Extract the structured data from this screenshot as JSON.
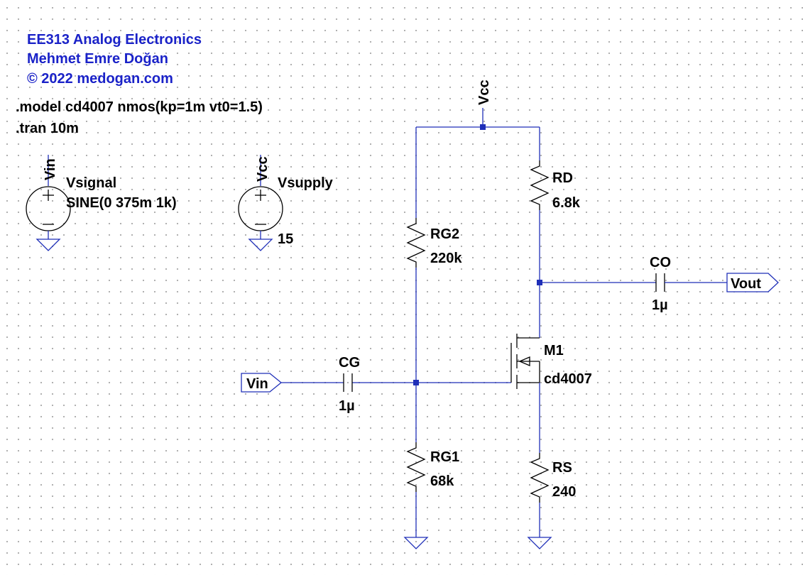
{
  "header": {
    "line1": "EE313 Analog Electronics",
    "line2": "Mehmet Emre Doğan",
    "line3": "© 2022 medogan.com"
  },
  "directives": {
    "model": ".model cd4007 nmos(kp=1m vt0=1.5)",
    "tran": ".tran 10m"
  },
  "sources": {
    "vsignal": {
      "name": "Vsignal",
      "value": "SINE(0 375m 1k)",
      "net": "Vin"
    },
    "vsupply": {
      "name": "Vsupply",
      "value": "15",
      "net": "Vcc"
    }
  },
  "components": {
    "rd": {
      "name": "RD",
      "value": "6.8k"
    },
    "rg2": {
      "name": "RG2",
      "value": "220k"
    },
    "rg1": {
      "name": "RG1",
      "value": "68k"
    },
    "rs": {
      "name": "RS",
      "value": "240"
    },
    "cg": {
      "name": "CG",
      "value": "1µ"
    },
    "co": {
      "name": "CO",
      "value": "1µ"
    },
    "m1": {
      "name": "M1",
      "model": "cd4007"
    }
  },
  "nets": {
    "vcc": "Vcc",
    "vin": "Vin",
    "vout": "Vout"
  },
  "colors": {
    "wire": "#1f2fb8",
    "header_text": "#1a22c8",
    "component": "#000000",
    "grid_dot": "#a8a8a8"
  }
}
